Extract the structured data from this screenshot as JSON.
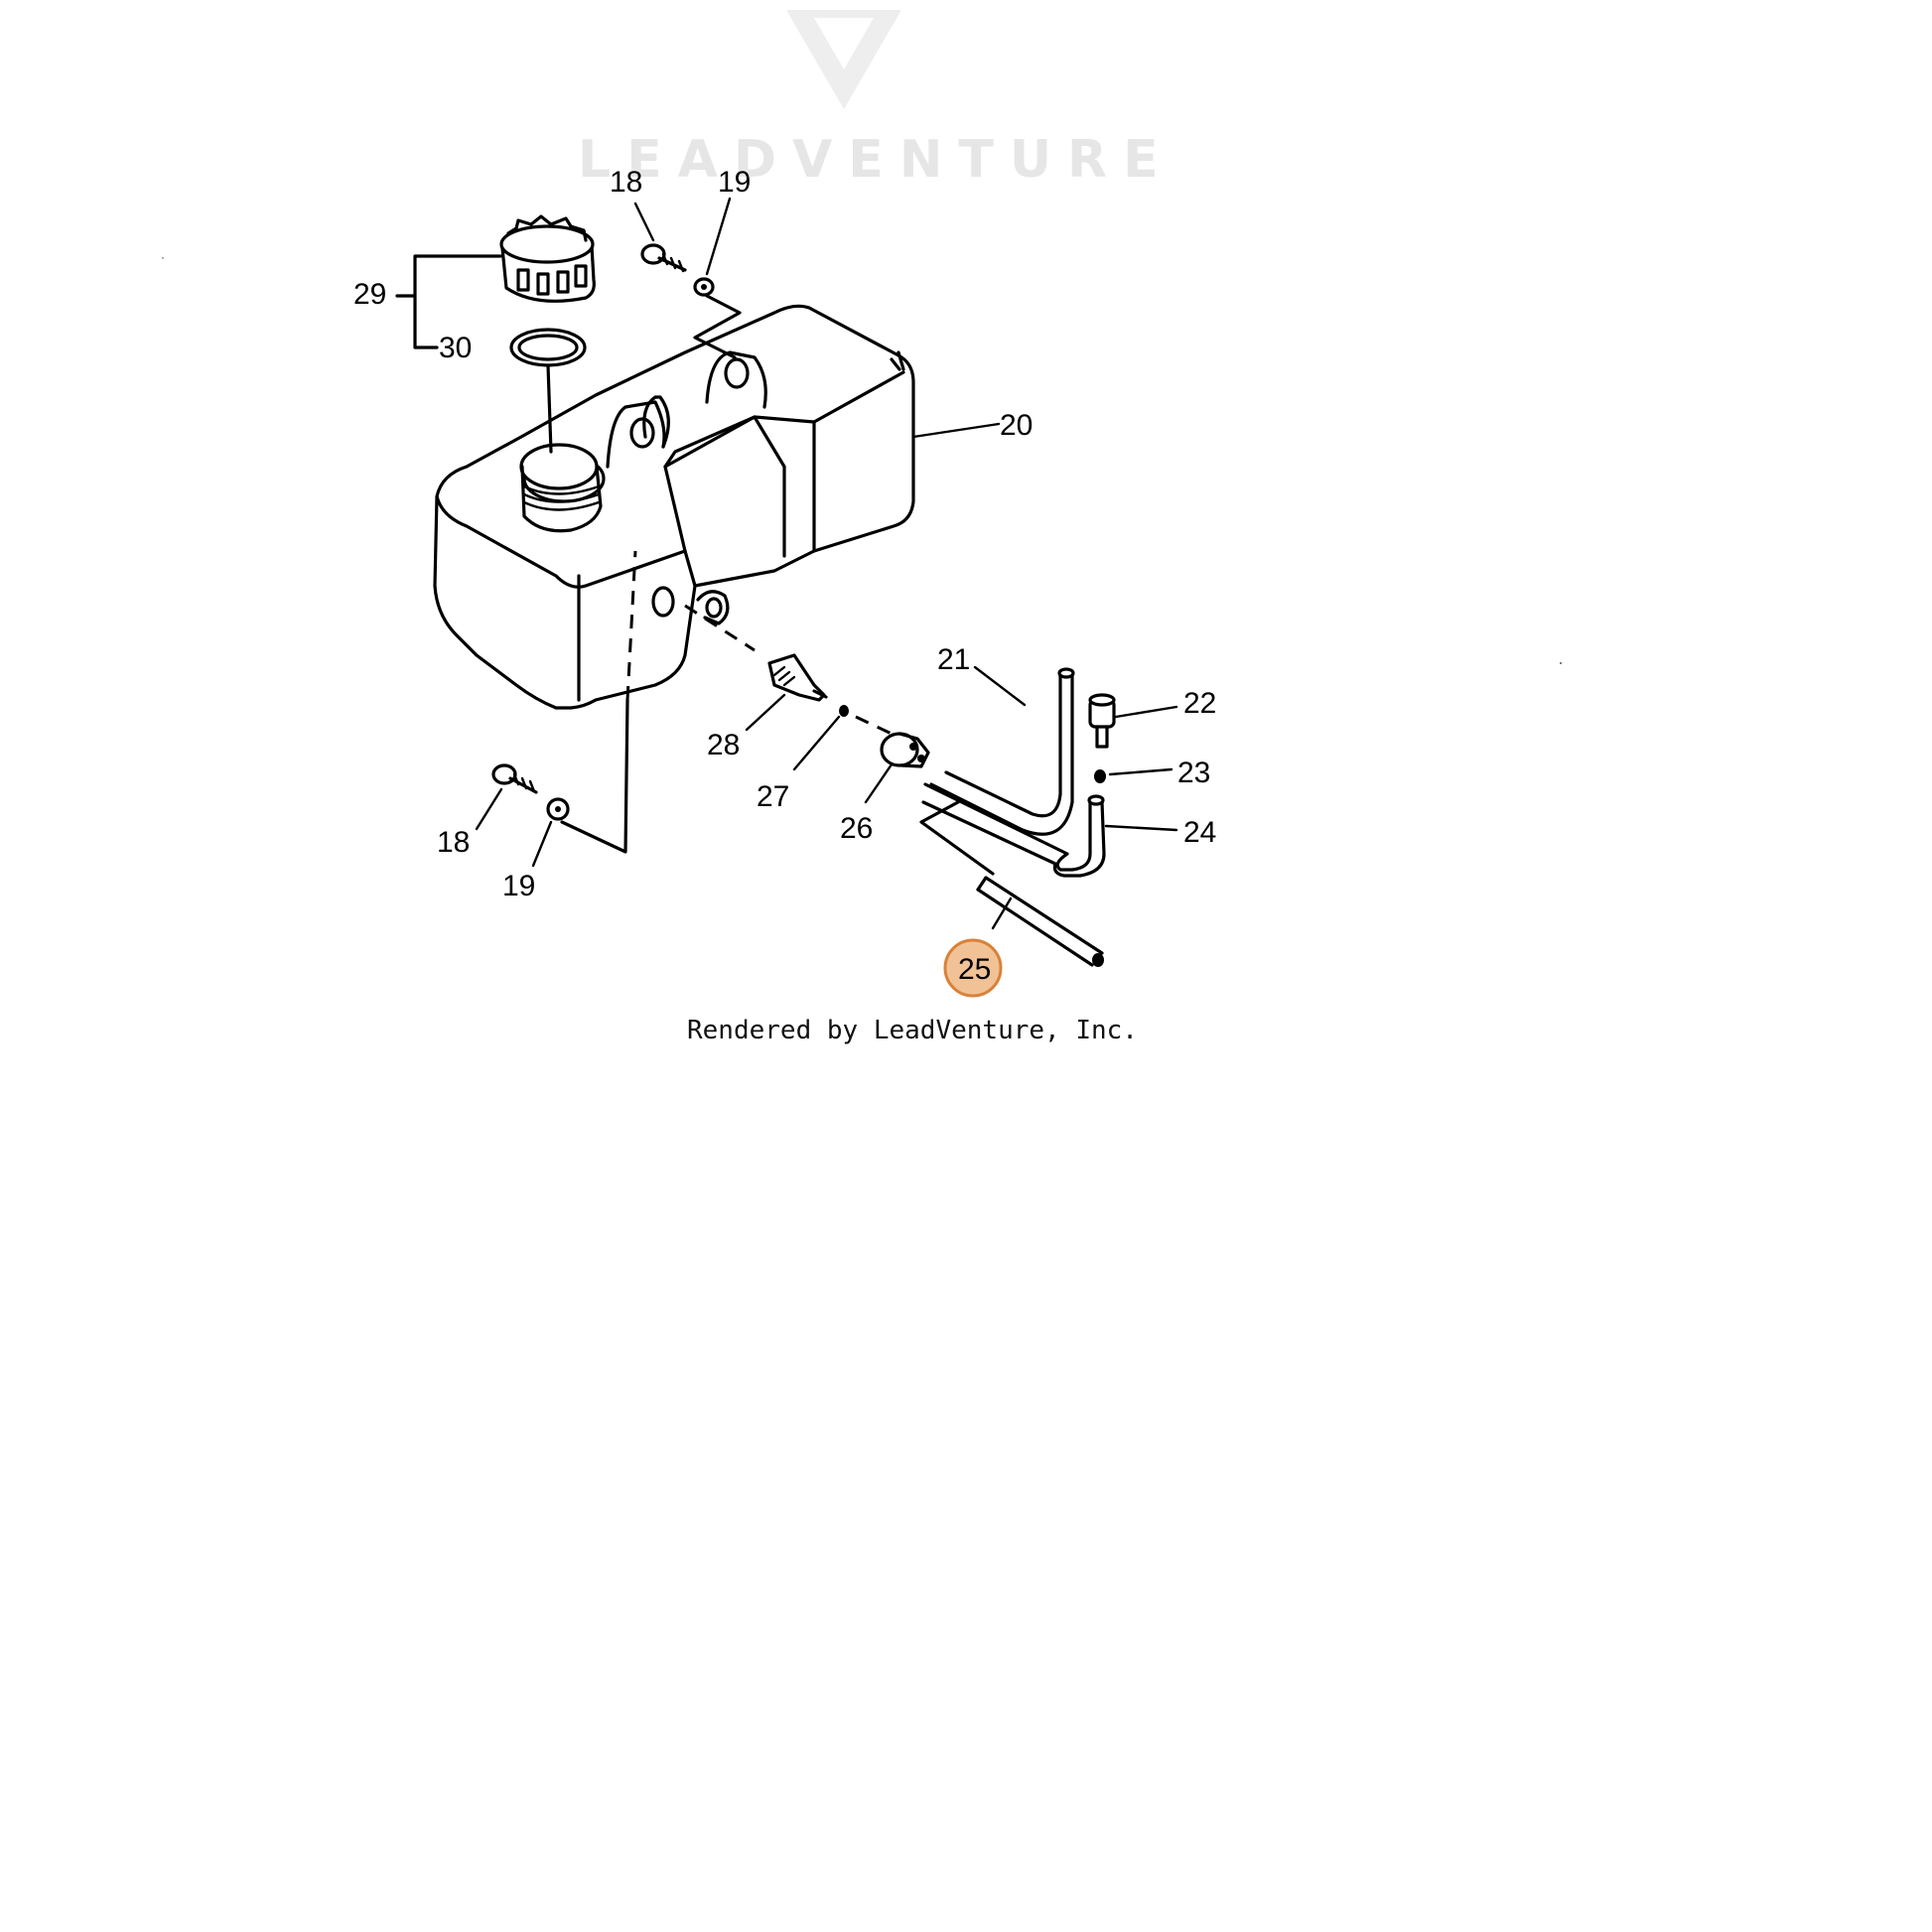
{
  "watermark": {
    "text": "LEADVENTURE"
  },
  "credit": "Rendered by LeadVenture, Inc.",
  "highlight_color": "#e9a15e",
  "callouts": {
    "c18a": "18",
    "c19a": "19",
    "c29": "29",
    "c30": "30",
    "c20": "20",
    "c21": "21",
    "c22": "22",
    "c23": "23",
    "c24": "24",
    "c28": "28",
    "c27": "27",
    "c26": "26",
    "c18b": "18",
    "c19b": "19",
    "c25": "25"
  },
  "selected_callout": "25"
}
